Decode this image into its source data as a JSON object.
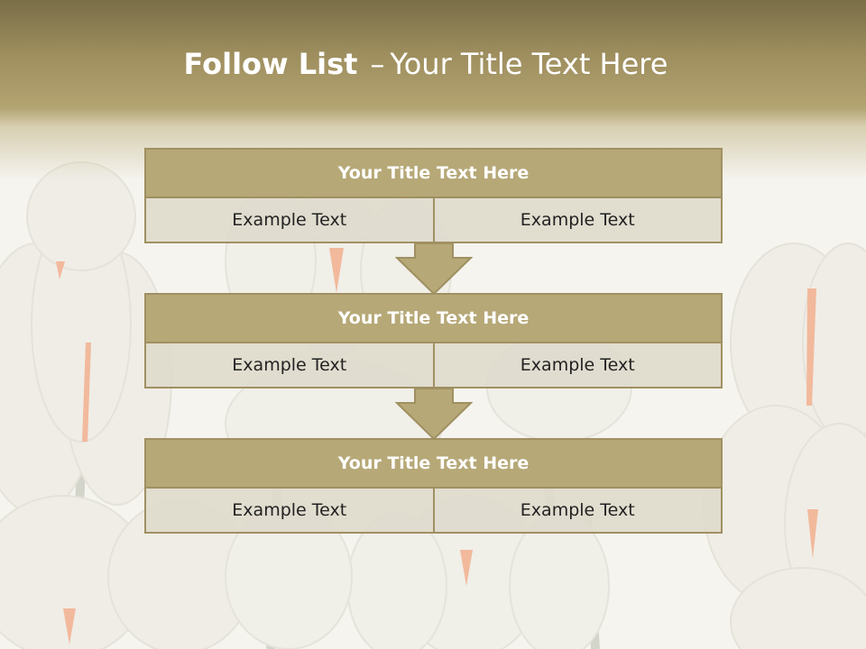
{
  "slide": {
    "title_bold": "Follow List",
    "title_dash": "–",
    "title_rest": "Your Title Text Here",
    "colors": {
      "header_dark": "#7a6e48",
      "header_light": "#b3a472",
      "block_title_fill": "#b6a877",
      "block_border": "#a09062",
      "cell_fill": "#dedacc",
      "arrow_fill": "#b6a877",
      "background": "#f4f3ee"
    },
    "blocks": [
      {
        "title": "Your Title Text Here",
        "cells": [
          "Example Text",
          "Example Text"
        ]
      },
      {
        "title": "Your Title Text Here",
        "cells": [
          "Example Text",
          "Example Text"
        ]
      },
      {
        "title": "Your Title Text Here",
        "cells": [
          "Example Text",
          "Example Text"
        ]
      }
    ],
    "arrow_icon": "down-arrow-icon",
    "background_image": "white-crocus-flowers"
  }
}
